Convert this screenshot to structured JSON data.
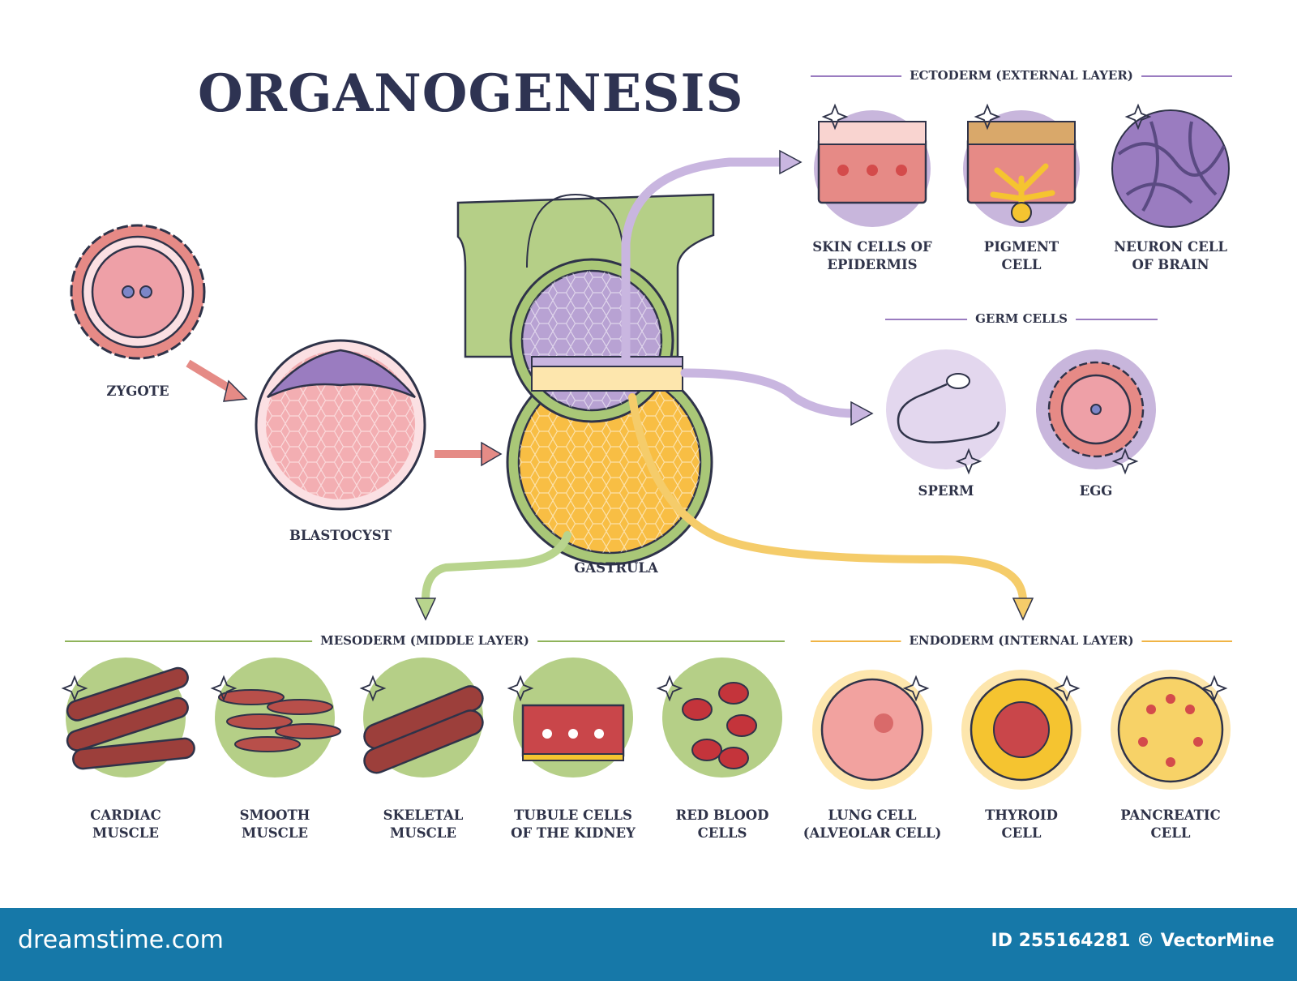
{
  "title": "ORGANOGENESIS",
  "stages": {
    "zygote": "ZYGOTE",
    "blastocyst": "BLASTOCYST",
    "gastrula": "GASTRULA"
  },
  "sections": {
    "ectoderm": "ECTODERM (EXTERNAL LAYER)",
    "germ": "GERM CELLS",
    "mesoderm": "MESODERM (MIDDLE LAYER)",
    "endoderm": "ENDODERM (INTERNAL LAYER)"
  },
  "ectoderm_cells": [
    "SKIN CELLS OF\nEPIDERMIS",
    "PIGMENT\nCELL",
    "NEURON CELL\nOF BRAIN"
  ],
  "germ_cells": [
    "SPERM",
    "EGG"
  ],
  "mesoderm_cells": [
    "CARDIAC\nMUSCLE",
    "SMOOTH\nMUSCLE",
    "SKELETAL\nMUSCLE",
    "TUBULE CELLS\nOF THE KIDNEY",
    "RED BLOOD\nCELLS"
  ],
  "endoderm_cells": [
    "LUNG CELL\n(ALVEOLAR CELL)",
    "THYROID\nCELL",
    "PANCREATIC\nCELL"
  ],
  "colors": {
    "ectoderm": "#c8b6dc",
    "mesoderm": "#b5cf87",
    "endoderm": "#fde6ad",
    "outline": "#2f3349"
  },
  "footer": {
    "brand": "dreamstime.com",
    "stock_id": "ID 255164281 © VectorMine"
  }
}
